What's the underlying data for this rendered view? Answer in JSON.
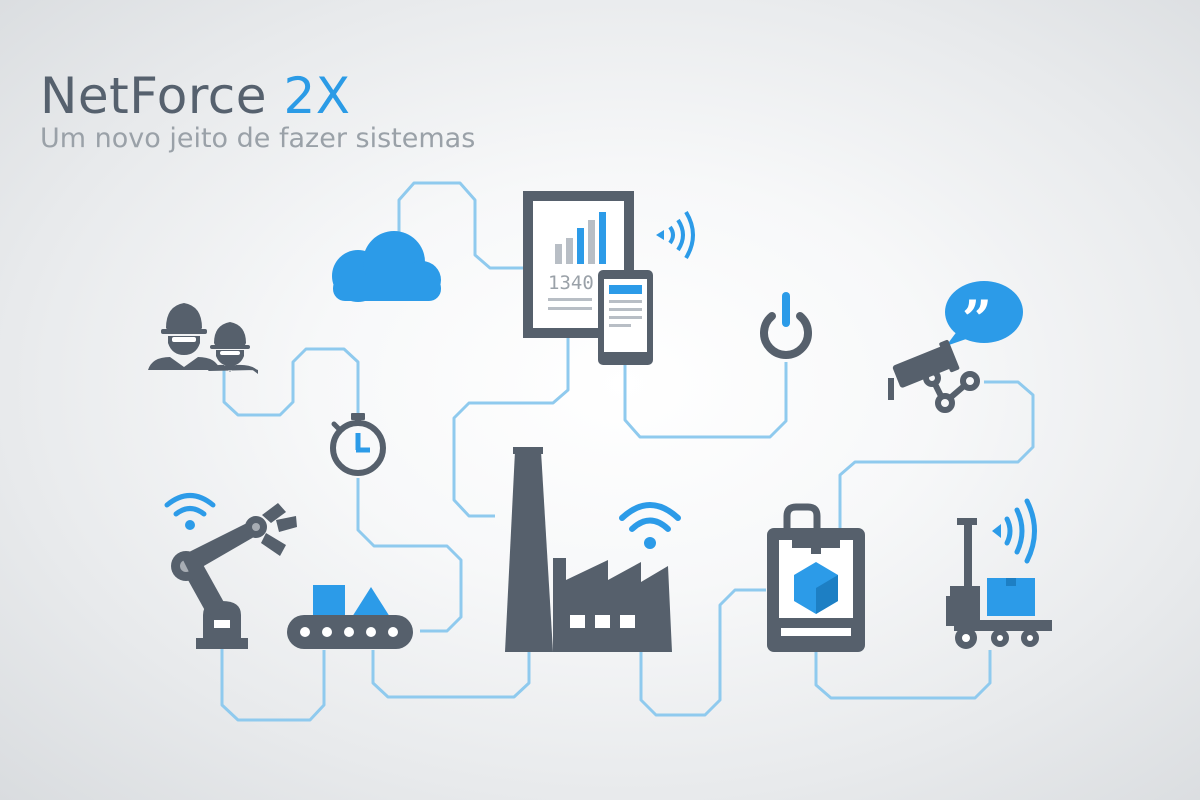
{
  "brand": {
    "title_main": "NetForce",
    "title_accent": "2X",
    "subtitle": "Um novo jeito de fazer sistemas"
  },
  "tablet": {
    "counter": "1340"
  },
  "colors": {
    "accent": "#2c9be8",
    "icon_dark": "#56606c",
    "wire": "#8fcaee",
    "subtitle_gray": "#9aa1a8"
  },
  "icons": [
    "cloud-icon",
    "tablet-chart-icon",
    "phone-document-icon",
    "wifi-signal-icon",
    "workers-icon",
    "power-icon",
    "speech-bubble-icon",
    "security-camera-icon",
    "stopwatch-icon",
    "robot-arm-icon",
    "conveyor-belt-icon",
    "factory-icon",
    "3d-printer-icon",
    "forklift-icon"
  ]
}
